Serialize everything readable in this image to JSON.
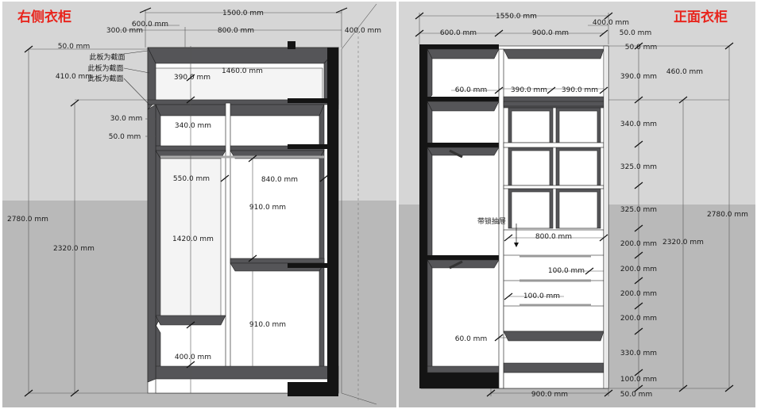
{
  "left_panel": {
    "title": "右侧衣柜",
    "dims": {
      "w_total": "1500.0 mm",
      "w_600": "600.0 mm",
      "w_300": "300.0 mm",
      "w_800": "800.0 mm",
      "w_400": "400.0 mm",
      "h_50a": "50.0 mm",
      "h_410": "410.0 mm",
      "h_30": "30.0 mm",
      "h_50b": "50.0 mm",
      "h_total": "2780.0 mm",
      "h_inner": "2320.0 mm",
      "c_390": "390.0 mm",
      "c_1460": "1460.0 mm",
      "c_340": "340.0 mm",
      "c_550": "550.0 mm",
      "c_840": "840.0 mm",
      "c_910a": "910.0 mm",
      "c_1420": "1420.0 mm",
      "c_910b": "910.0 mm",
      "c_400": "400.0 mm"
    },
    "notes": [
      "此板为截面",
      "此板为截面",
      "此板为截面"
    ]
  },
  "right_panel": {
    "title": "正面衣柜",
    "dims": {
      "w_total": "1550.0 mm",
      "w_400": "400.0 mm",
      "w_600": "600.0 mm",
      "w_900": "900.0 mm",
      "w_50": "50.0 mm",
      "r_50": "50.0 mm",
      "r_390": "390.0 mm",
      "r_460": "460.0 mm",
      "r_340": "340.0 mm",
      "r_325a": "325.0 mm",
      "r_325b": "325.0 mm",
      "r_2780": "2780.0 mm",
      "r_2320": "2320.0 mm",
      "r_200a": "200.0 mm",
      "r_200b": "200.0 mm",
      "r_200c": "200.0 mm",
      "r_200d": "200.0 mm",
      "r_330": "330.0 mm",
      "r_100": "100.0 mm",
      "c_60a": "60.0 mm",
      "c_390a": "390.0 mm",
      "c_390b": "390.0 mm",
      "c_800": "800.0 mm",
      "c_100a": "100.0 mm",
      "c_100b": "100.0 mm",
      "c_60b": "60.0 mm",
      "b_900": "900.0 mm",
      "b_50": "50.0 mm"
    },
    "note": "带锁抽屉"
  },
  "colors": {
    "panel_bg": "#d6d6d6",
    "floor": "#b9b9b9",
    "shelf": "#555558",
    "board": "#141414",
    "title": "#e8261e"
  }
}
